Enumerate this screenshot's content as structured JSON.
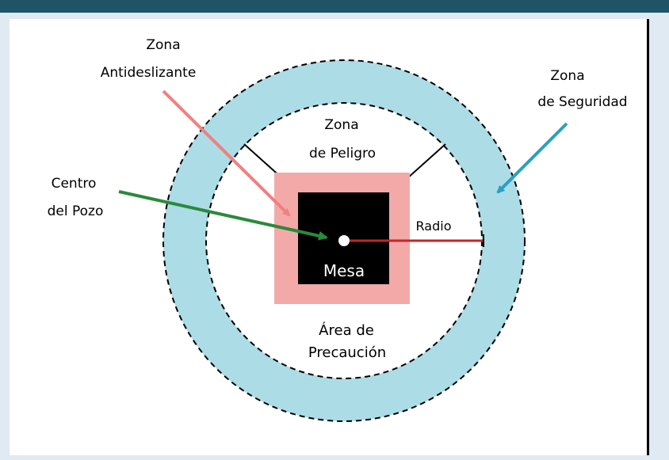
{
  "colors": {
    "header_bar": "#1f5466",
    "safety_ring": "#acdce6",
    "antislip": "#f4a9a9",
    "table": "#000000",
    "radius_line": "#c0282a",
    "antislip_arrow": "#f08080",
    "center_arrow": "#2a8a3c",
    "safety_arrow": "#2a9fc4"
  },
  "icons": {
    "well_center": "circle-dot"
  },
  "labels": {
    "antislip_line1": "Zona",
    "antislip_line2": "Antideslizante",
    "safety_line1": "Zona",
    "safety_line2": "de Seguridad",
    "danger_line1": "Zona",
    "danger_line2": "de Peligro",
    "center_line1": "Centro",
    "center_line2": "del Pozo",
    "radius": "Radio",
    "table": "Mesa",
    "caution_line1": "Área de",
    "caution_line2": "Precaución"
  }
}
